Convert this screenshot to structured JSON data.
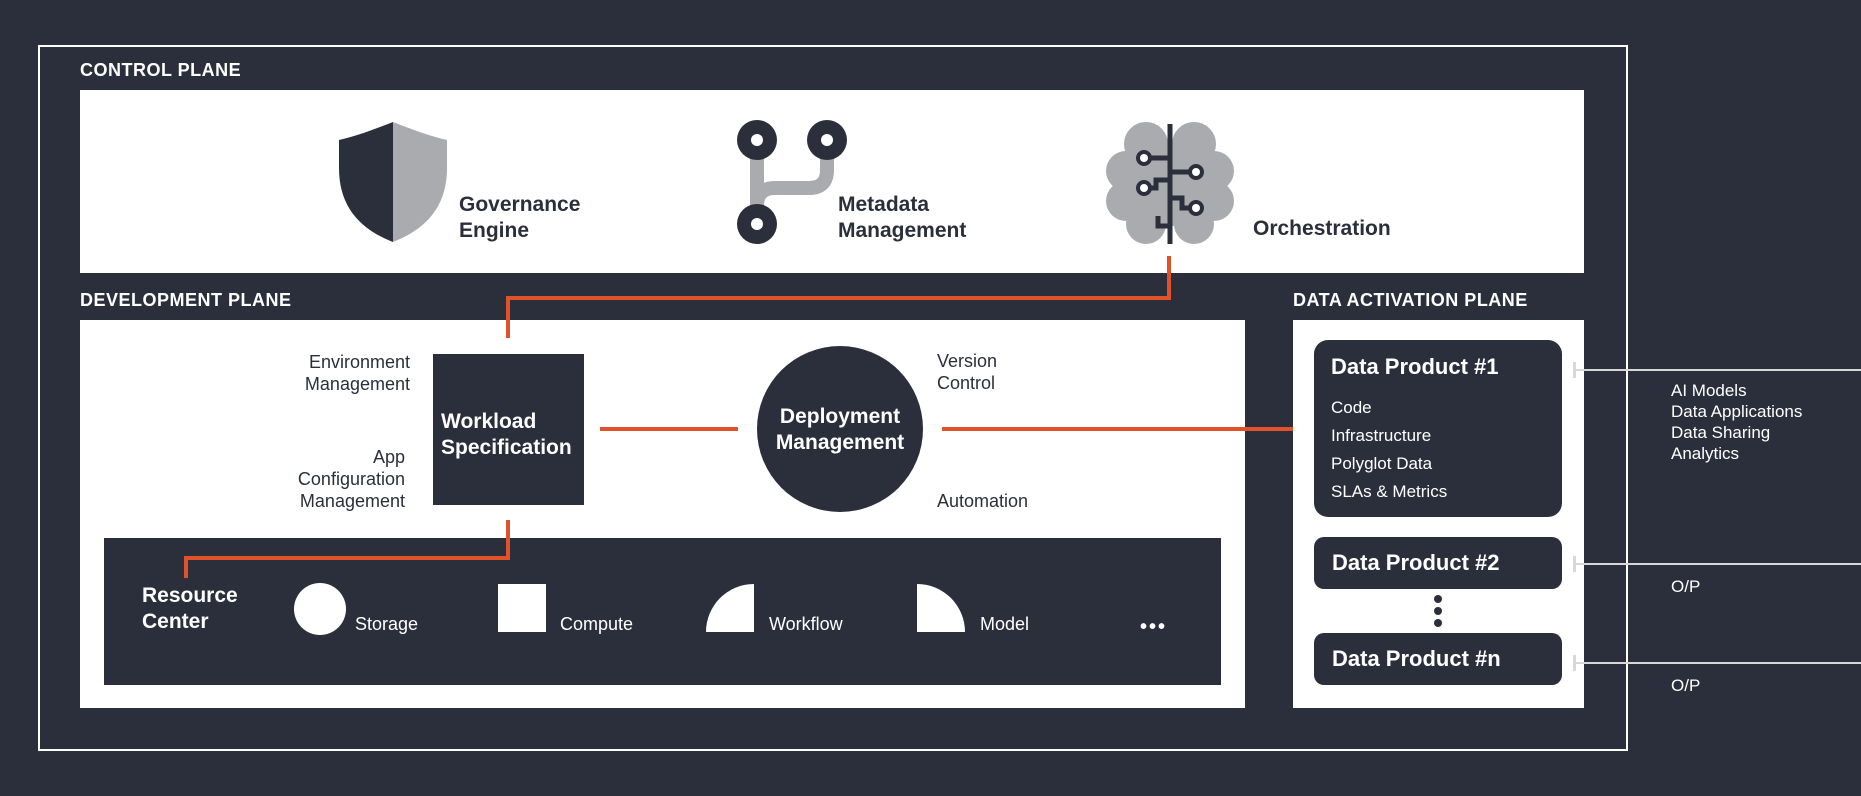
{
  "colors": {
    "background": "#2b2f3b",
    "panel": "#ffffff",
    "accent": "#e0522a",
    "icon_gray": "#a9abae"
  },
  "control_plane": {
    "title": "CONTROL PLANE",
    "items": [
      {
        "icon": "shield-icon",
        "label_line1": "Governance",
        "label_line2": "Engine"
      },
      {
        "icon": "branch-icon",
        "label_line1": "Metadata",
        "label_line2": "Management"
      },
      {
        "icon": "brain-circuit-icon",
        "label_line1": "Orchestration"
      }
    ]
  },
  "development_plane": {
    "title": "DEVELOPMENT PLANE",
    "environment_label_1": "Environment",
    "environment_label_2": "Management",
    "app_config_label_1": "App",
    "app_config_label_2": "Configuration",
    "app_config_label_3": "Management",
    "workload_1": "Workload",
    "workload_2": "Specification",
    "deployment_1": "Deployment",
    "deployment_2": "Management",
    "version_1": "Version",
    "version_2": "Control",
    "automation": "Automation",
    "resource_center": {
      "title_1": "Resource",
      "title_2": "Center",
      "items": [
        {
          "icon": "circle-icon",
          "label": "Storage"
        },
        {
          "icon": "square-icon",
          "label": "Compute"
        },
        {
          "icon": "quarter-circle-left-icon",
          "label": "Workflow"
        },
        {
          "icon": "quarter-circle-right-icon",
          "label": "Model"
        }
      ],
      "more": "•••"
    }
  },
  "data_activation_plane": {
    "title": "DATA ACTIVATION PLANE",
    "product1": {
      "title": "Data Product #1",
      "items": [
        "Code",
        "Infrastructure",
        "Polyglot Data",
        "SLAs & Metrics"
      ]
    },
    "product2": {
      "title": "Data Product #2"
    },
    "productn": {
      "title": "Data Product #n"
    },
    "outputs1": [
      "AI Models",
      "Data Applications",
      "Data Sharing",
      "Analytics"
    ],
    "output2": "O/P",
    "outputn": "O/P"
  }
}
